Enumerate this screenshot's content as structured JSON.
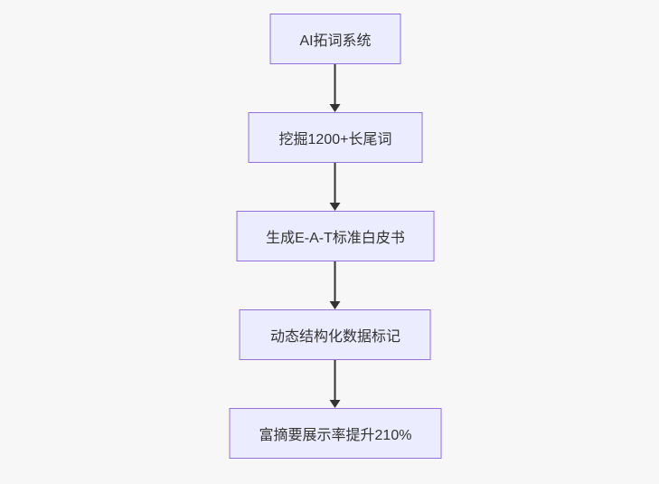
{
  "diagram": {
    "type": "flowchart",
    "direction": "top-down",
    "colors": {
      "background": "#f7f7f7",
      "node_fill": "#ECECFF",
      "node_border": "#9370DB",
      "text": "#333333",
      "arrow": "#333333"
    },
    "nodes": [
      {
        "id": "n1",
        "label": "AI拓词系统"
      },
      {
        "id": "n2",
        "label": "挖掘1200+长尾词"
      },
      {
        "id": "n3",
        "label": "生成E-A-T标准白皮书"
      },
      {
        "id": "n4",
        "label": "动态结构化数据标记"
      },
      {
        "id": "n5",
        "label": "富摘要展示率提升210%"
      }
    ],
    "edges": [
      {
        "from": "n1",
        "to": "n2",
        "style": "arrow-down"
      },
      {
        "from": "n2",
        "to": "n3",
        "style": "arrow-down"
      },
      {
        "from": "n3",
        "to": "n4",
        "style": "arrow-down"
      },
      {
        "from": "n4",
        "to": "n5",
        "style": "arrow-down"
      }
    ]
  }
}
